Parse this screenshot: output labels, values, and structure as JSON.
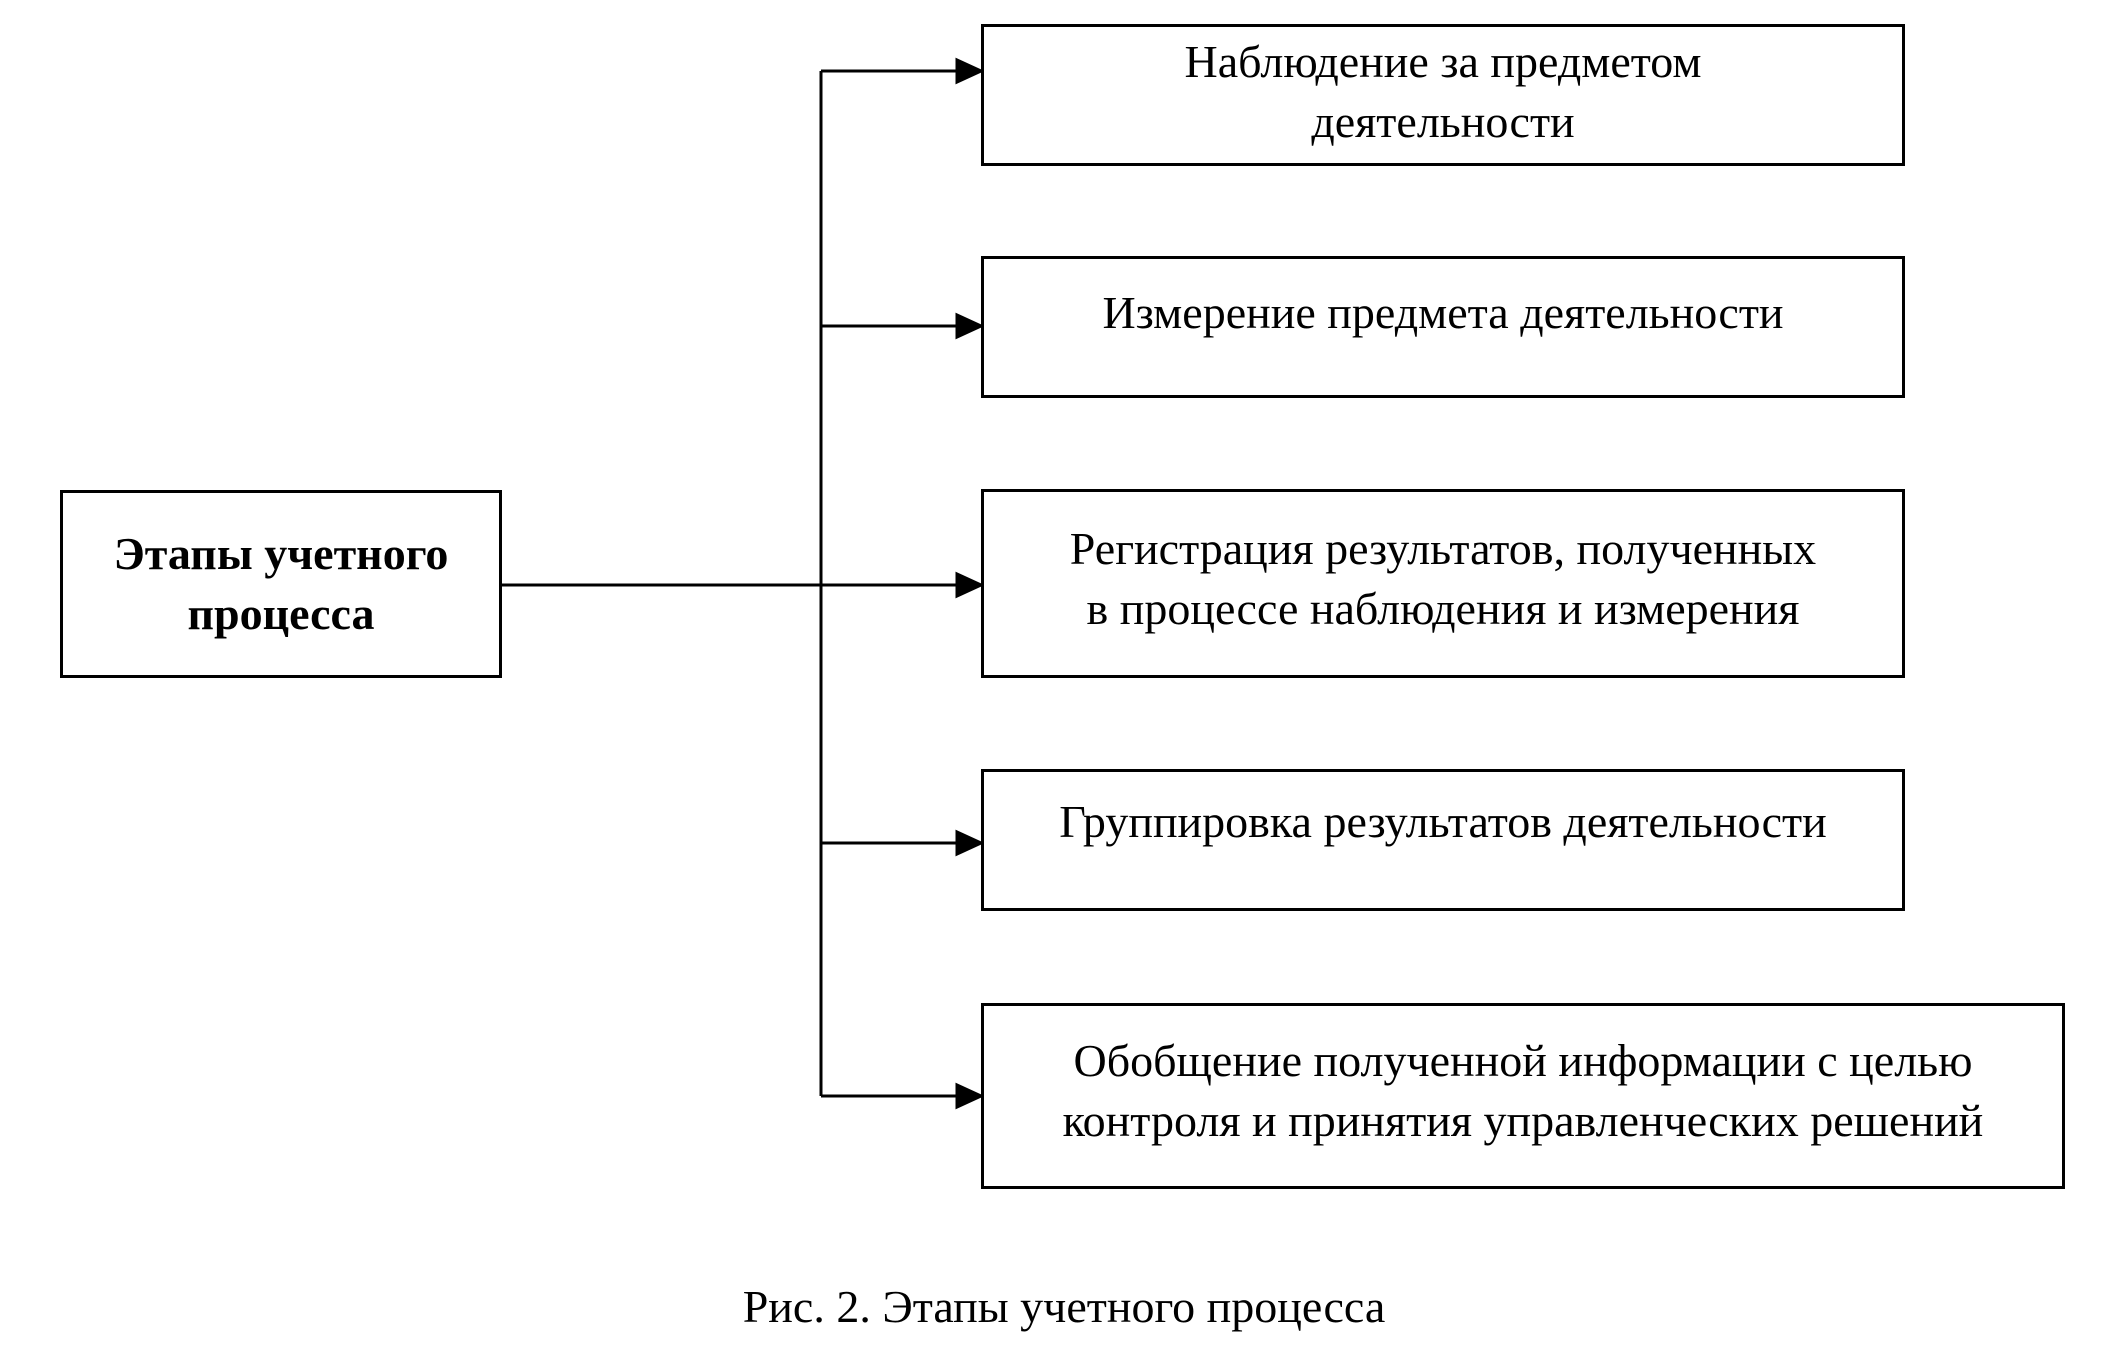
{
  "diagram": {
    "root": {
      "lines": [
        "Этапы учетного",
        "процесса"
      ]
    },
    "stages": [
      {
        "lines": [
          "Наблюдение за предметом",
          "деятельности"
        ]
      },
      {
        "lines": [
          "Измерение предмета деятельности"
        ]
      },
      {
        "lines": [
          "Регистрация результатов, полученных",
          "в процессе наблюдения и измерения"
        ]
      },
      {
        "lines": [
          "Группировка результатов деятельности"
        ]
      },
      {
        "lines": [
          "Обобщение полученной информации с целью",
          "контроля и принятия управленческих решений"
        ]
      }
    ],
    "caption": "Рис. 2. Этапы учетного процесса"
  }
}
